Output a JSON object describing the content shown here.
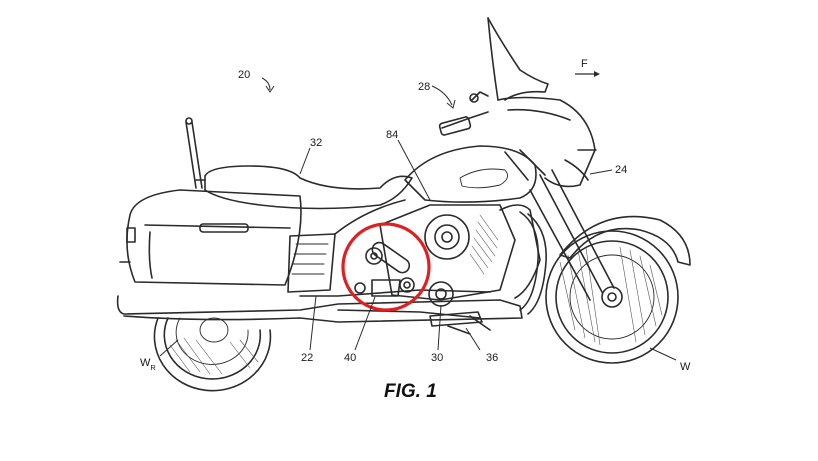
{
  "figure": {
    "caption": "FIG. 1"
  },
  "references": {
    "r20": "20",
    "r28": "28",
    "forward": "F",
    "r84": "84",
    "r32": "32",
    "r24": "24",
    "r22": "22",
    "r40": "40",
    "r30": "30",
    "r36": "36",
    "rear_wheel_main": "W",
    "rear_wheel_sub": "R",
    "front_wheel_main": "W"
  },
  "colors": {
    "drawing": "#2b2b2b",
    "highlight": "#e02020",
    "background": "#ffffff"
  },
  "icons": {
    "forward_direction": "arrow-right-icon",
    "leader_20": "curved-arrow-icon",
    "leader_28": "curved-arrow-icon"
  }
}
